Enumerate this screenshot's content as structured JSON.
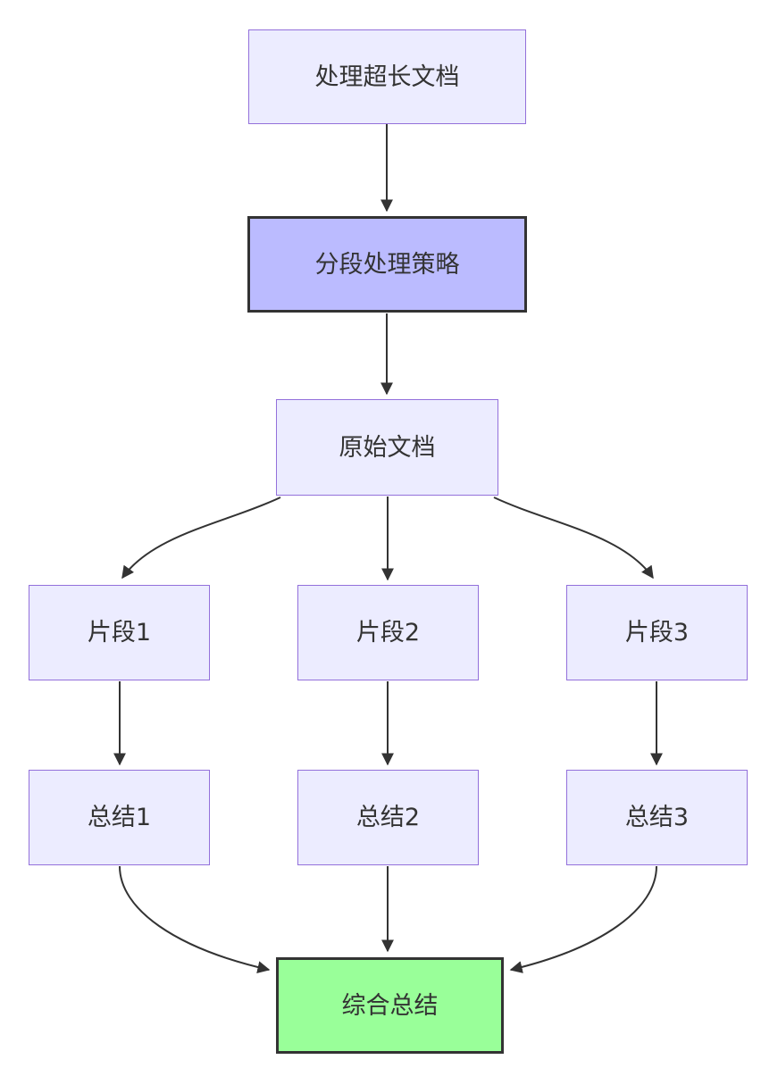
{
  "diagram": {
    "type": "flowchart",
    "direction": "top-down",
    "nodes": {
      "process_doc": {
        "label": "处理超长文档",
        "style": "default"
      },
      "strategy": {
        "label": "分段处理策略",
        "style": "highlight"
      },
      "original": {
        "label": "原始文档",
        "style": "default"
      },
      "frag1": {
        "label": "片段1",
        "style": "default"
      },
      "frag2": {
        "label": "片段2",
        "style": "default"
      },
      "frag3": {
        "label": "片段3",
        "style": "default"
      },
      "sum1": {
        "label": "总结1",
        "style": "default"
      },
      "sum2": {
        "label": "总结2",
        "style": "default"
      },
      "sum3": {
        "label": "总结3",
        "style": "default"
      },
      "final": {
        "label": "综合总结",
        "style": "result"
      }
    },
    "edges": [
      {
        "from": "处理超长文档",
        "to": "分段处理策略"
      },
      {
        "from": "分段处理策略",
        "to": "原始文档"
      },
      {
        "from": "原始文档",
        "to": "片段1"
      },
      {
        "from": "原始文档",
        "to": "片段2"
      },
      {
        "from": "原始文档",
        "to": "片段3"
      },
      {
        "from": "片段1",
        "to": "总结1"
      },
      {
        "from": "片段2",
        "to": "总结2"
      },
      {
        "from": "片段3",
        "to": "总结3"
      },
      {
        "from": "总结1",
        "to": "综合总结"
      },
      {
        "from": "总结2",
        "to": "综合总结"
      },
      {
        "from": "总结3",
        "to": "综合总结"
      }
    ],
    "colors": {
      "background": "#ffffff",
      "node_fill": "#ECECFF",
      "node_border": "#9370DB",
      "highlight_fill": "#BBBBFF",
      "result_fill": "#99FF99",
      "dark_border": "#333333",
      "edge": "#333333",
      "text": "#333333"
    }
  }
}
